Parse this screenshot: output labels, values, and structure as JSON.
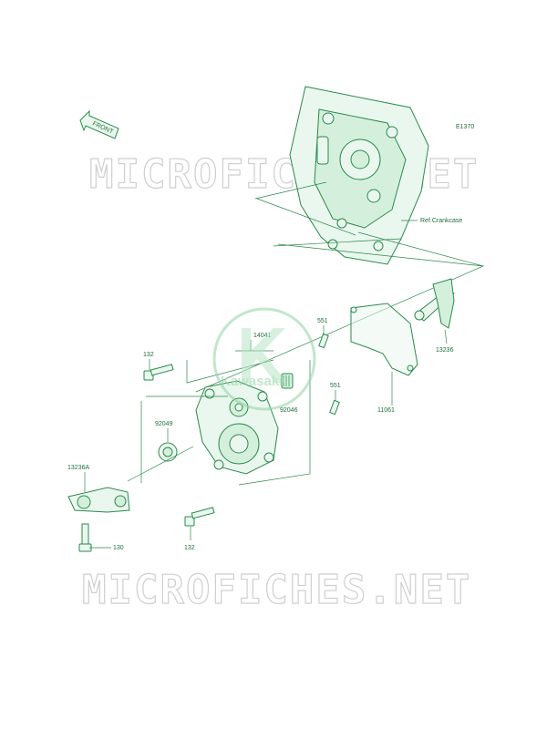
{
  "diagram": {
    "code": "E1370",
    "front_label": "FRONT",
    "ref_label": "Ref.Crankcase",
    "watermark": "MICROFICHES.NET",
    "logo_text": "Kawasaki",
    "parts": {
      "p14041": "14041",
      "p551a": "551",
      "p551b": "551",
      "p132a": "132",
      "p132b": "132",
      "p92046": "92046",
      "p92049": "92049",
      "p11061": "11061",
      "p13236": "13236",
      "p13236A": "13236A",
      "p130": "130"
    }
  },
  "colors": {
    "line": "#2b8a4d",
    "text": "#1f6e3a",
    "watermark": "#cfcfcf"
  }
}
